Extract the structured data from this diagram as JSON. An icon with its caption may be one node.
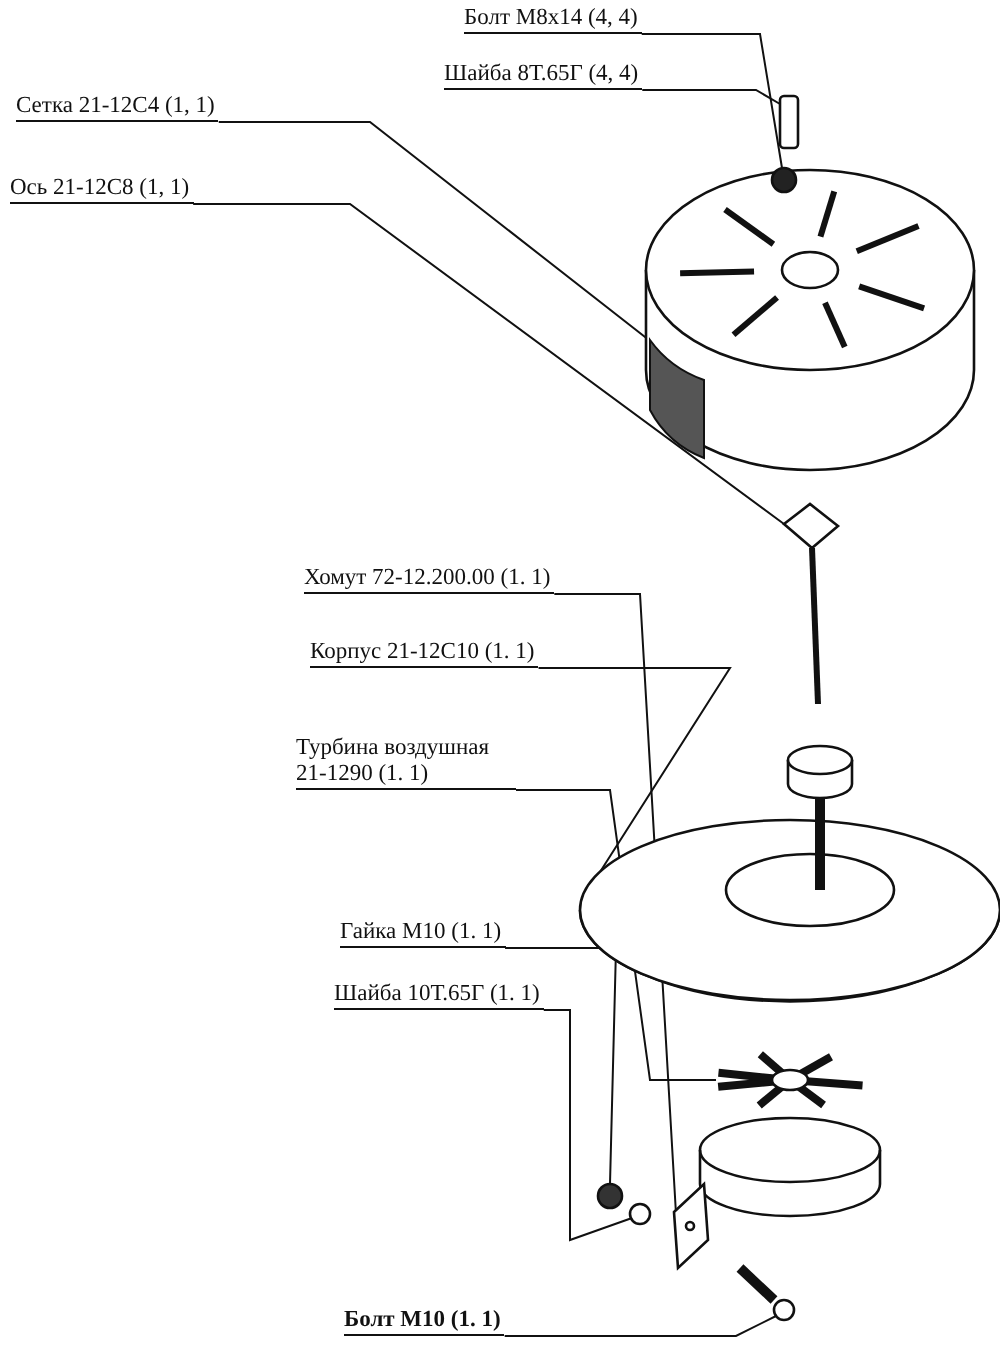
{
  "diagram": {
    "nodes": [
      {
        "text": [
          "Болт М8х14 (4, 4)"
        ]
      },
      {
        "text": [
          "Шайба 8Т.65Г (4, 4)"
        ]
      },
      {
        "text": [
          "Сетка 21-12С4 (1, 1)"
        ]
      },
      {
        "text": [
          "Ось 21-12С8 (1, 1)"
        ]
      },
      {
        "text": [
          "Хомут 72-12.200.00 (1. 1)"
        ]
      },
      {
        "text": [
          "Корпус 21-12С10 (1. 1)"
        ]
      },
      {
        "text": [
          "Турбина воздушная 21-1290 (1. 1)"
        ]
      },
      {
        "text": [
          "Гайка М10 (1. 1)"
        ]
      },
      {
        "text": [
          "Шайба 10Т.65Г (1. 1)"
        ]
      },
      {
        "text": [
          "Болт М10 (1. 1)"
        ]
      },
      {
        "text": [],
        "shape": "circle"
      },
      {
        "text": [],
        "shape": "box"
      },
      {
        "text": [],
        "shape": "picture"
      },
      {
        "text": [],
        "shape": "picture"
      },
      {
        "text": [],
        "shape": "picture"
      },
      {
        "text": [],
        "shape": "picture"
      },
      {
        "text": [],
        "shape": "picture"
      },
      {
        "text": [],
        "shape": "circle"
      },
      {
        "text": [],
        "shape": "circle"
      },
      {
        "text": [],
        "shape": "picture"
      }
    ],
    "edges": [
      {
        "from": 0,
        "to": 10,
        "arrow": "none"
      },
      {
        "from": 1,
        "to": 11,
        "arrow": "none"
      },
      {
        "from": 2,
        "to": 12,
        "arrow": "none"
      },
      {
        "from": 3,
        "to": 13,
        "arrow": "none"
      },
      {
        "from": 4,
        "to": 14,
        "arrow": "none"
      },
      {
        "from": 5,
        "to": 15,
        "arrow": "none"
      },
      {
        "from": 6,
        "to": 16,
        "arrow": "none"
      },
      {
        "from": 7,
        "to": 17,
        "arrow": "none"
      },
      {
        "from": 8,
        "to": 18,
        "arrow": "none"
      },
      {
        "from": 9,
        "to": 19,
        "arrow": "none"
      }
    ]
  }
}
